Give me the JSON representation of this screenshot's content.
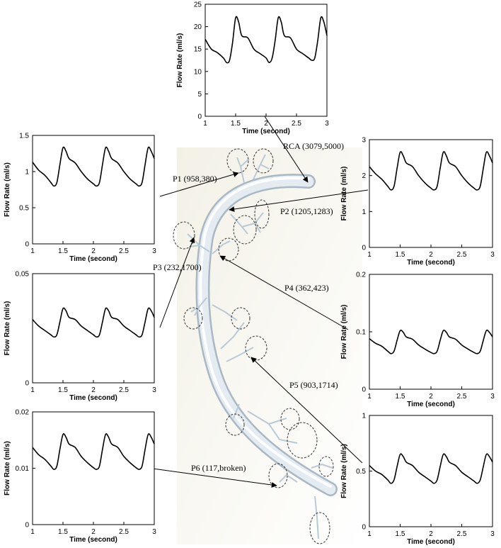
{
  "chart_data": [
    {
      "type": "line",
      "id": "rca",
      "xlabel": "Time (second)",
      "ylabel": "Flow Rate (ml/s)",
      "xlim": [
        1,
        3
      ],
      "ylim": [
        0,
        25
      ],
      "xticks": [
        1,
        1.5,
        2,
        2.5,
        3
      ],
      "xtick_labels": [
        "1",
        "1.5",
        "2",
        "2.5",
        "3"
      ],
      "yticks": [
        0,
        5,
        10,
        15,
        20,
        25
      ],
      "ytick_labels": [
        "0",
        "5",
        "10",
        "15",
        "20",
        "25"
      ],
      "series": [
        {
          "x": [
            1,
            1.1,
            1.2,
            1.3,
            1.35,
            1.4,
            1.45,
            1.5,
            1.55,
            1.6,
            1.7,
            1.8,
            1.9,
            2.0,
            2.05,
            2.1,
            2.15,
            2.2,
            2.25,
            2.3,
            2.4,
            2.5,
            2.6,
            2.7,
            2.75,
            2.8,
            2.85,
            2.9,
            2.95,
            3.0
          ],
          "y": [
            17.2,
            15,
            14.2,
            13,
            12,
            12.5,
            16.5,
            22,
            21,
            18,
            17.5,
            15,
            14,
            13,
            12,
            13,
            17,
            22,
            21,
            18,
            17.5,
            15,
            14,
            13,
            12.5,
            13,
            17,
            22,
            21,
            18
          ]
        }
      ]
    },
    {
      "type": "line",
      "id": "p1",
      "xlabel": "Time (second)",
      "ylabel": "Flow Rate (ml/s)",
      "xlim": [
        1,
        3
      ],
      "ylim": [
        0,
        1.5
      ],
      "xticks": [
        1,
        1.5,
        2,
        2.5,
        3
      ],
      "xtick_labels": [
        "1",
        "1.5",
        "2",
        "2.5",
        "3"
      ],
      "yticks": [
        0,
        0.5,
        1,
        1.5
      ],
      "ytick_labels": [
        "0",
        "0.5",
        "1",
        "1.5"
      ],
      "series": [
        {
          "x": [
            1,
            1.1,
            1.2,
            1.3,
            1.35,
            1.4,
            1.45,
            1.5,
            1.55,
            1.6,
            1.7,
            1.8,
            1.9,
            2.0,
            2.05,
            2.1,
            2.15,
            2.2,
            2.25,
            2.3,
            2.4,
            2.5,
            2.6,
            2.7,
            2.75,
            2.8,
            2.85,
            2.9,
            2.95,
            3.0
          ],
          "y": [
            1.13,
            1.02,
            0.95,
            0.85,
            0.8,
            0.85,
            1.1,
            1.33,
            1.28,
            1.18,
            1.12,
            1,
            0.9,
            0.83,
            0.8,
            0.85,
            1.1,
            1.33,
            1.28,
            1.18,
            1.12,
            1,
            0.9,
            0.83,
            0.8,
            0.85,
            1.1,
            1.33,
            1.28,
            1.18
          ]
        }
      ]
    },
    {
      "type": "line",
      "id": "p2",
      "xlabel": "Time (second)",
      "ylabel": "Flow Rate (ml/s)",
      "xlim": [
        1,
        3
      ],
      "ylim": [
        0,
        3
      ],
      "xticks": [
        1,
        1.5,
        2,
        2.5,
        3
      ],
      "xtick_labels": [
        "1",
        "1.5",
        "2",
        "2.5",
        "3"
      ],
      "yticks": [
        0,
        1,
        2,
        3
      ],
      "ytick_labels": [
        "0",
        "1",
        "2",
        "3"
      ],
      "series": [
        {
          "x": [
            1,
            1.1,
            1.2,
            1.3,
            1.35,
            1.4,
            1.45,
            1.5,
            1.55,
            1.6,
            1.7,
            1.8,
            1.9,
            2.0,
            2.05,
            2.1,
            2.15,
            2.2,
            2.25,
            2.3,
            2.4,
            2.5,
            2.6,
            2.7,
            2.75,
            2.8,
            2.85,
            2.9,
            2.95,
            3.0
          ],
          "y": [
            2.25,
            2.05,
            1.9,
            1.7,
            1.6,
            1.7,
            2.2,
            2.65,
            2.55,
            2.35,
            2.25,
            2,
            1.8,
            1.65,
            1.6,
            1.7,
            2.2,
            2.65,
            2.55,
            2.35,
            2.25,
            2,
            1.8,
            1.65,
            1.6,
            1.7,
            2.2,
            2.65,
            2.55,
            2.35
          ]
        }
      ]
    },
    {
      "type": "line",
      "id": "p3",
      "xlabel": "Time (second)",
      "ylabel": "Flow Rate (ml/s)",
      "xlim": [
        1,
        3
      ],
      "ylim": [
        0,
        0.05
      ],
      "xticks": [
        1,
        1.5,
        2,
        2.5,
        3
      ],
      "xtick_labels": [
        "1",
        "1.5",
        "2",
        "2.5",
        "3"
      ],
      "yticks": [
        0,
        0.05
      ],
      "ytick_labels": [
        "0",
        "0.05"
      ],
      "series": [
        {
          "x": [
            1,
            1.1,
            1.2,
            1.3,
            1.35,
            1.4,
            1.45,
            1.5,
            1.55,
            1.6,
            1.7,
            1.8,
            1.9,
            2.0,
            2.05,
            2.1,
            2.15,
            2.2,
            2.25,
            2.3,
            2.4,
            2.5,
            2.6,
            2.7,
            2.75,
            2.8,
            2.85,
            2.9,
            2.95,
            3.0
          ],
          "y": [
            0.029,
            0.026,
            0.024,
            0.022,
            0.021,
            0.022,
            0.028,
            0.034,
            0.033,
            0.03,
            0.029,
            0.026,
            0.024,
            0.022,
            0.021,
            0.022,
            0.028,
            0.034,
            0.033,
            0.03,
            0.029,
            0.026,
            0.024,
            0.022,
            0.021,
            0.022,
            0.028,
            0.034,
            0.033,
            0.03
          ]
        }
      ]
    },
    {
      "type": "line",
      "id": "p4",
      "xlabel": "Time (second)",
      "ylabel": "Flow Rate (ml/s)",
      "xlim": [
        1,
        3
      ],
      "ylim": [
        0,
        0.2
      ],
      "xticks": [
        1,
        1.5,
        2,
        2.5,
        3
      ],
      "xtick_labels": [
        "1",
        "1.5",
        "2",
        "2.5",
        "3"
      ],
      "yticks": [
        0,
        0.1,
        0.2
      ],
      "ytick_labels": [
        "0",
        "0.1",
        "0.2"
      ],
      "series": [
        {
          "x": [
            1,
            1.1,
            1.2,
            1.3,
            1.35,
            1.4,
            1.45,
            1.5,
            1.55,
            1.6,
            1.7,
            1.8,
            1.9,
            2.0,
            2.05,
            2.1,
            2.15,
            2.2,
            2.25,
            2.3,
            2.4,
            2.5,
            2.6,
            2.7,
            2.75,
            2.8,
            2.85,
            2.9,
            2.95,
            3.0
          ],
          "y": [
            0.088,
            0.08,
            0.075,
            0.066,
            0.062,
            0.066,
            0.085,
            0.102,
            0.099,
            0.091,
            0.087,
            0.077,
            0.07,
            0.064,
            0.062,
            0.066,
            0.085,
            0.102,
            0.099,
            0.091,
            0.087,
            0.077,
            0.07,
            0.064,
            0.062,
            0.066,
            0.085,
            0.102,
            0.099,
            0.091
          ]
        }
      ]
    },
    {
      "type": "line",
      "id": "p6",
      "xlabel": "Time (second)",
      "ylabel": "Flow Rate (ml/s)",
      "xlim": [
        1,
        3
      ],
      "ylim": [
        0,
        0.02
      ],
      "xticks": [
        1,
        1.5,
        2,
        2.5,
        3
      ],
      "xtick_labels": [
        "1",
        "1.5",
        "2",
        "2.5",
        "3"
      ],
      "yticks": [
        0,
        0.01,
        0.02
      ],
      "ytick_labels": [
        "0",
        "0.01",
        "0.02"
      ],
      "series": [
        {
          "x": [
            1,
            1.1,
            1.2,
            1.3,
            1.35,
            1.4,
            1.45,
            1.5,
            1.55,
            1.6,
            1.7,
            1.8,
            1.9,
            2.0,
            2.05,
            2.1,
            2.15,
            2.2,
            2.25,
            2.3,
            2.4,
            2.5,
            2.6,
            2.7,
            2.75,
            2.8,
            2.85,
            2.9,
            2.95,
            3.0
          ],
          "y": [
            0.0137,
            0.0124,
            0.0116,
            0.0104,
            0.0098,
            0.0104,
            0.0134,
            0.016,
            0.0155,
            0.0143,
            0.0137,
            0.0121,
            0.011,
            0.0101,
            0.0098,
            0.0104,
            0.0134,
            0.016,
            0.0155,
            0.0143,
            0.0137,
            0.0121,
            0.011,
            0.0101,
            0.0098,
            0.0104,
            0.0134,
            0.016,
            0.0155,
            0.0143
          ]
        }
      ]
    },
    {
      "type": "line",
      "id": "p5",
      "xlabel": "Time (second)",
      "ylabel": "Flow Rate (ml/s)",
      "xlim": [
        1,
        3
      ],
      "ylim": [
        0,
        1
      ],
      "xticks": [
        1,
        1.5,
        2,
        2.5,
        3
      ],
      "xtick_labels": [
        "1",
        "1.5",
        "2",
        "2.5",
        "3"
      ],
      "yticks": [
        0,
        0.5,
        1
      ],
      "ytick_labels": [
        "0",
        "0.5",
        "1"
      ],
      "series": [
        {
          "x": [
            1,
            1.1,
            1.2,
            1.3,
            1.35,
            1.4,
            1.45,
            1.5,
            1.55,
            1.6,
            1.7,
            1.8,
            1.9,
            2.0,
            2.05,
            2.1,
            2.15,
            2.2,
            2.25,
            2.3,
            2.4,
            2.5,
            2.6,
            2.7,
            2.75,
            2.8,
            2.85,
            2.9,
            2.95,
            3.0
          ],
          "y": [
            0.55,
            0.5,
            0.47,
            0.42,
            0.39,
            0.42,
            0.54,
            0.65,
            0.63,
            0.58,
            0.55,
            0.49,
            0.45,
            0.41,
            0.39,
            0.42,
            0.54,
            0.65,
            0.63,
            0.58,
            0.55,
            0.49,
            0.45,
            0.41,
            0.39,
            0.42,
            0.54,
            0.65,
            0.63,
            0.58
          ]
        }
      ]
    }
  ],
  "tree_labels": {
    "rca": "RCA (3079,5000)",
    "p1": "P1 (958,380)",
    "p2": "P2 (1205,1283)",
    "p3": "P3 (232,1700)",
    "p4": "P4 (362,423)",
    "p5": "P5 (903,1714)",
    "p6": "P6 (117,broken)"
  },
  "colors": {
    "vessel": "#dfe8ee",
    "vessel_edge": "#a9b8c4",
    "branch": "#b9cad6",
    "background": "#f1efe3",
    "line": "#000000"
  }
}
